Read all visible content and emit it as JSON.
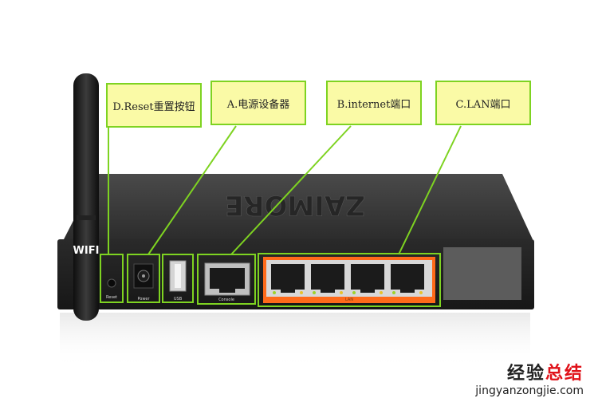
{
  "callouts": {
    "reset": "D.Reset重置按钮",
    "power": "A.电源设备器",
    "internet": "B.internet端口",
    "lan": "C.LAN端口"
  },
  "device": {
    "antenna_label": "WIFI",
    "brand": "ZAIMORE",
    "ports": {
      "reset": "Reset",
      "power": "Power",
      "usb": "USB",
      "console": "Console",
      "lan": "LAN"
    }
  },
  "watermark": {
    "part1": "经验",
    "part2": "总结",
    "url": "jingyanzongjie.com"
  },
  "colors": {
    "callout_fill": "#fafaa6",
    "callout_border": "#7ed321",
    "wan_frame": "#ff6a1a",
    "case": "#2f2f2f",
    "watermark_red": "#e0121a"
  }
}
